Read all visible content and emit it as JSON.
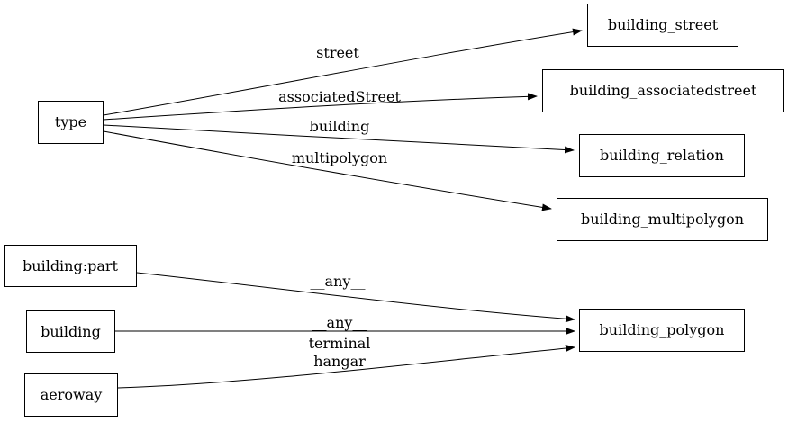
{
  "diagram": {
    "title": "tag-to-table mapping graph",
    "colors": {
      "background": "#ffffff",
      "node_border": "#000000",
      "node_fill": "#ffffff",
      "edge": "#000000",
      "text": "#000000"
    },
    "nodes": [
      {
        "id": "type",
        "label": "type"
      },
      {
        "id": "building_street",
        "label": "building_street"
      },
      {
        "id": "building_associatedstreet",
        "label": "building_associatedstreet"
      },
      {
        "id": "building_relation",
        "label": "building_relation"
      },
      {
        "id": "building_multipolygon",
        "label": "building_multipolygon"
      },
      {
        "id": "building:part",
        "label": "building:part"
      },
      {
        "id": "building",
        "label": "building"
      },
      {
        "id": "aeroway",
        "label": "aeroway"
      },
      {
        "id": "building_polygon",
        "label": "building_polygon"
      }
    ],
    "edges": [
      {
        "from": "type",
        "to": "building_street",
        "label": "street"
      },
      {
        "from": "type",
        "to": "building_associatedstreet",
        "label": "associatedStreet"
      },
      {
        "from": "type",
        "to": "building_relation",
        "label": "building"
      },
      {
        "from": "type",
        "to": "building_multipolygon",
        "label": "multipolygon"
      },
      {
        "from": "building:part",
        "to": "building_polygon",
        "label": "__any__"
      },
      {
        "from": "building",
        "to": "building_polygon",
        "label": "__any__"
      },
      {
        "from": "aeroway",
        "to": "building_polygon",
        "label": "terminal\nhangar"
      }
    ]
  }
}
